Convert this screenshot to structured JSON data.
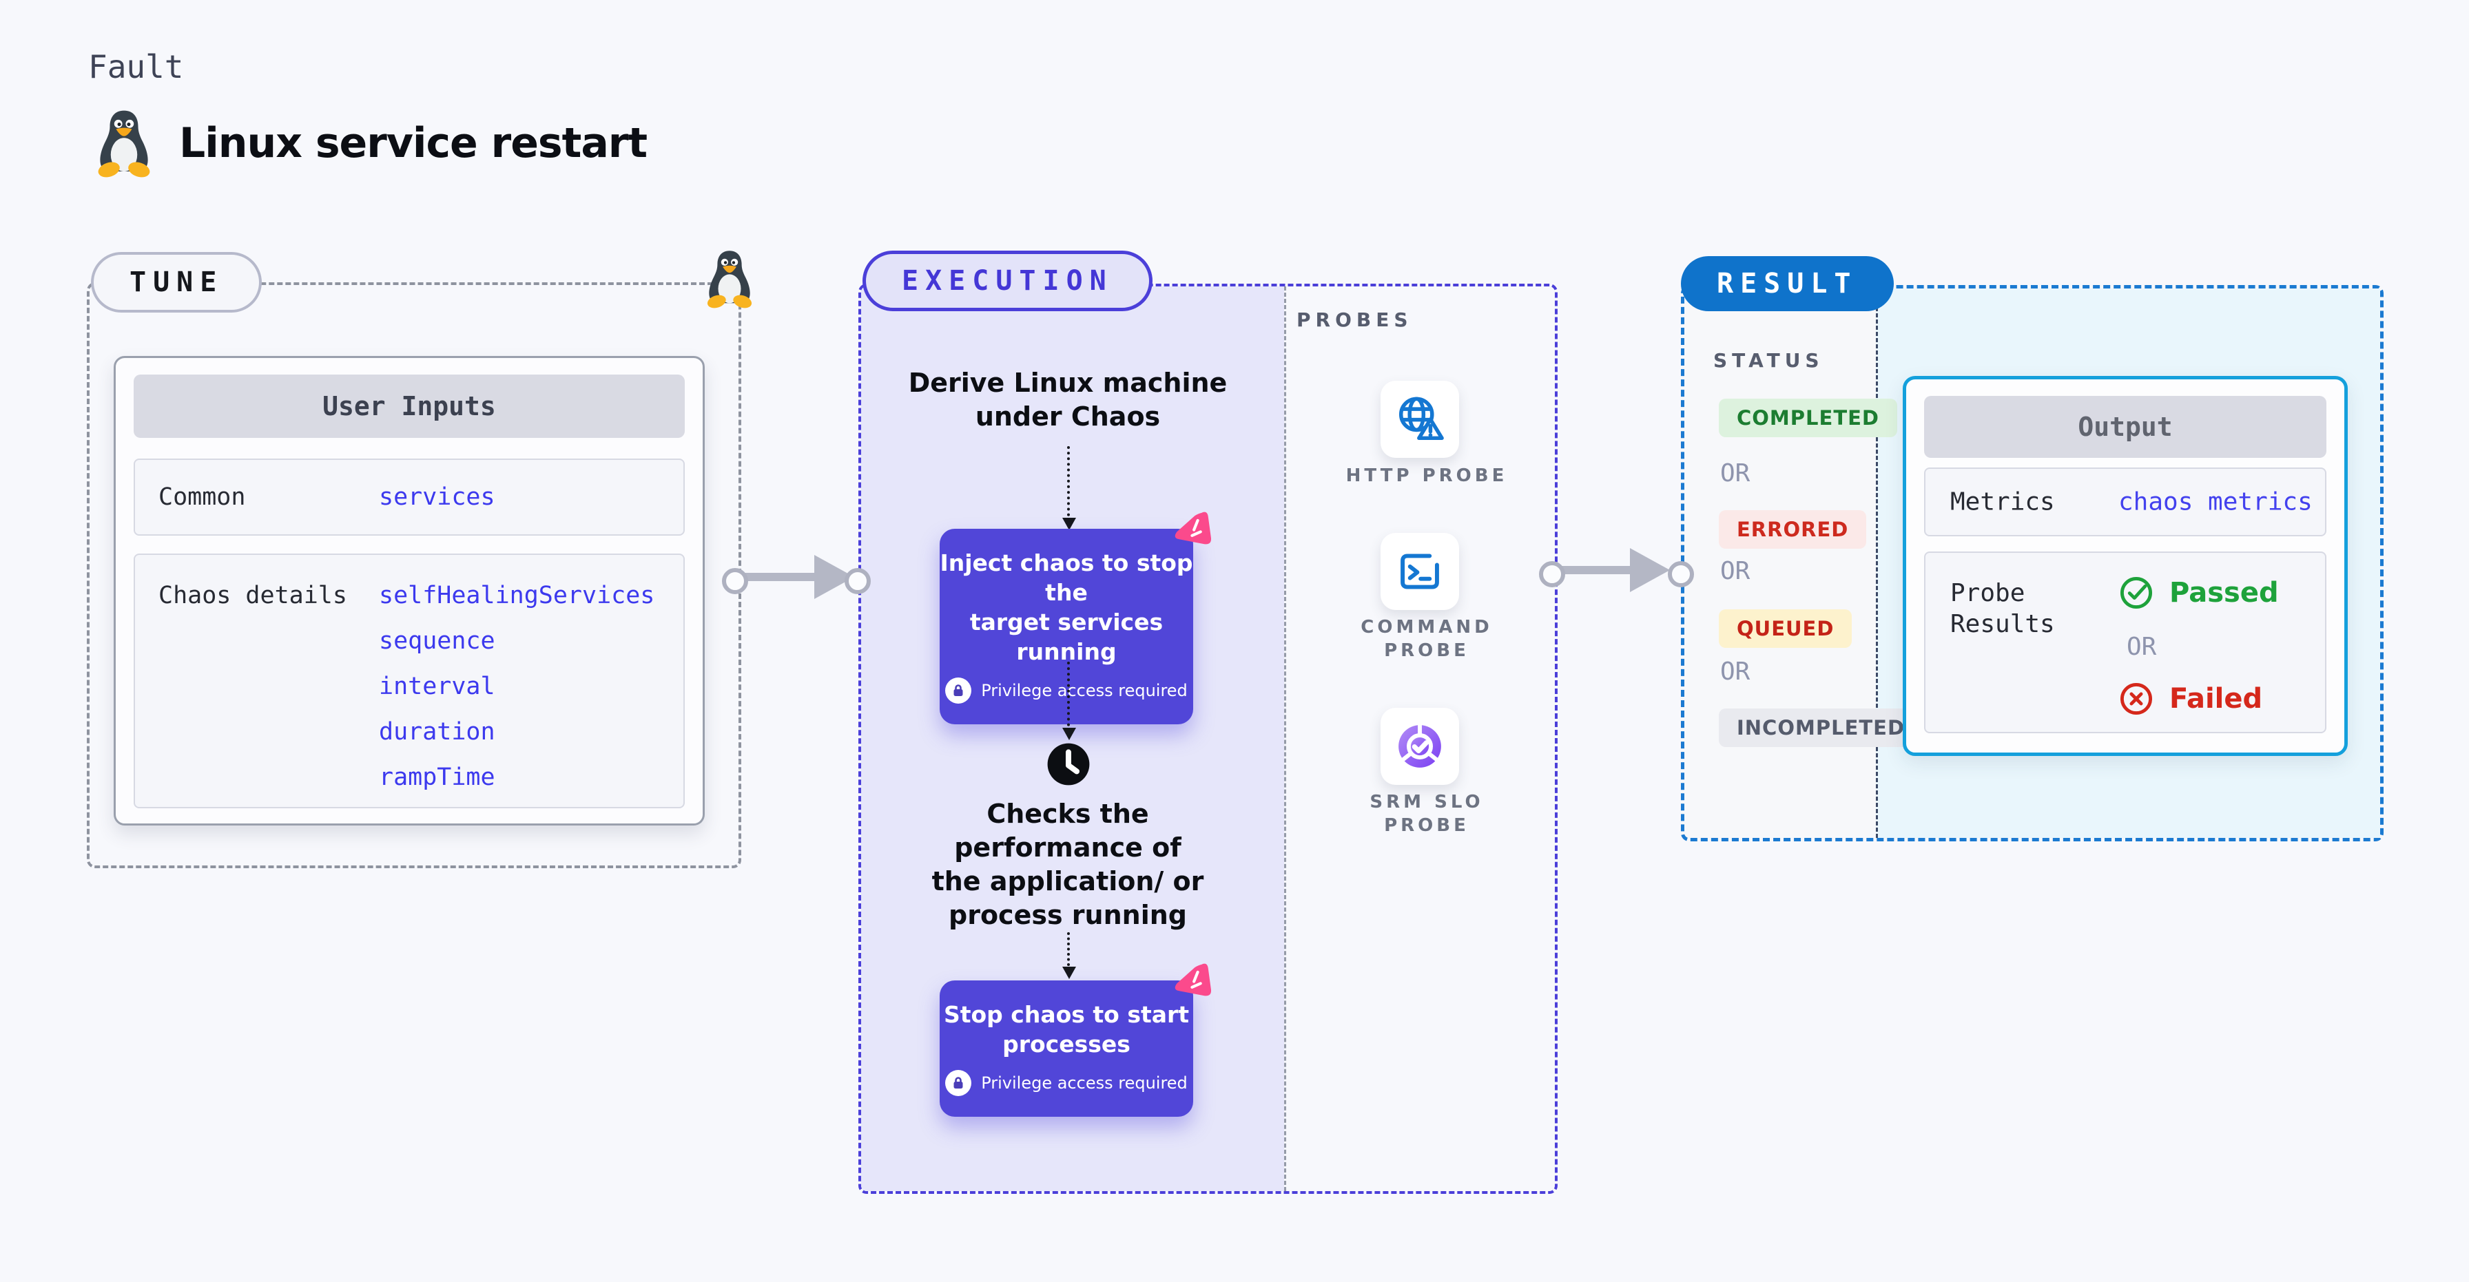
{
  "header": {
    "kicker": "Fault",
    "title": "Linux service restart"
  },
  "colors": {
    "background": "#f7f8fc",
    "execution_fill": "#e6e6fa",
    "execution_accent": "#4b3fd9",
    "result_accent": "#0f73cb",
    "output_border": "#14a0dc",
    "node_button": "#5146d8",
    "chaos_pink": "#fb4a8c",
    "link_blue": "#3c39ee",
    "status_completed": "#1c7d31",
    "status_errored": "#cd2a1e",
    "status_queued": "#c42318",
    "status_incompleted": "#555b6c",
    "passed_green": "#1ea23b",
    "failed_red": "#d5281b"
  },
  "tune": {
    "pill": "TUNE",
    "table": {
      "title": "User Inputs",
      "rows": [
        {
          "label": "Common",
          "values": [
            "services"
          ]
        },
        {
          "label": "Chaos details",
          "values": [
            "selfHealingServices",
            "sequence",
            "interval",
            "duration",
            "rampTime"
          ]
        }
      ]
    }
  },
  "execution": {
    "pill": "EXECUTION",
    "derive_text": "Derive Linux machine\nunder Chaos",
    "inject": {
      "title": "Inject chaos to stop the\ntarget services running",
      "badge": "Privilege access required"
    },
    "checks_text": "Checks the\nperformance of\nthe application/ or\nprocess running",
    "stop": {
      "title": "Stop chaos to start\nprocesses",
      "badge": "Privilege access required"
    }
  },
  "probes": {
    "label": "PROBES",
    "items": [
      {
        "name": "HTTP PROBE",
        "icon": "globe-warning-icon"
      },
      {
        "name": "COMMAND\nPROBE",
        "icon": "terminal-icon"
      },
      {
        "name": "SRM SLO\nPROBE",
        "icon": "slo-donut-check-icon"
      }
    ]
  },
  "result": {
    "pill": "RESULT",
    "status": {
      "label": "STATUS",
      "separator": "OR",
      "options": [
        "COMPLETED",
        "ERRORED",
        "QUEUED",
        "INCOMPLETED"
      ]
    },
    "output": {
      "title": "Output",
      "metrics": {
        "label": "Metrics",
        "value": "chaos metrics"
      },
      "probe_results": {
        "label": "Probe\nResults",
        "passed": "Passed",
        "separator": "OR",
        "failed": "Failed"
      }
    }
  }
}
